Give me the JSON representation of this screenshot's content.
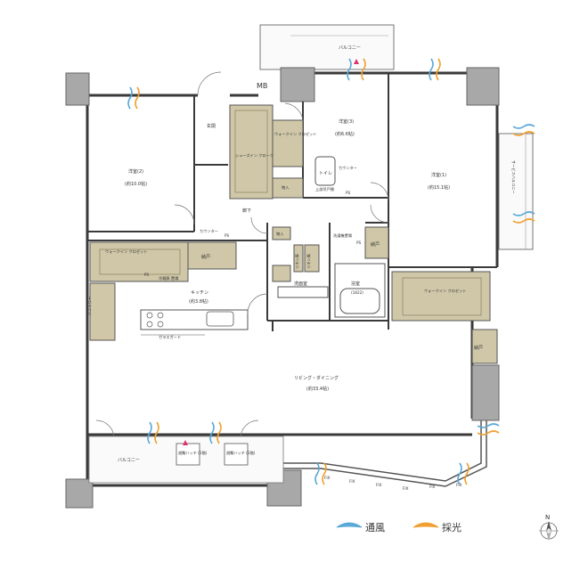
{
  "rooms": {
    "balcony_top": "バルコニー",
    "mb": "MB",
    "entrance": "玄関",
    "bedroom3": "洋室(3)",
    "bedroom3_size": "(約6.6帖)",
    "bedroom2": "洋室(2)",
    "bedroom2_size": "(約10.0帖)",
    "bedroom1": "洋室(1)",
    "bedroom1_size": "(約15.1帖)",
    "shoes_in_closet": "シューズイン クローク",
    "walkin_closet_3": "ウォークイン クロゼット",
    "storage_1": "物入",
    "toilet": "トイレ",
    "toilet_counter": "カウンター",
    "upper_shelf": "上部吊戸棚",
    "hallway": "廊下",
    "counter": "カウンター",
    "ps1": "PS",
    "ps2": "PS",
    "ps3": "PS",
    "ps4": "PS",
    "storage_2": "物入",
    "linen_1": "リネン庫",
    "linen_2": "リネン庫",
    "washer": "洗濯機置場",
    "nando_1": "納戸",
    "nando_2": "納戸",
    "nando_3": "納戸",
    "walkin_closet_kitchen": "ウォークイン クロゼット",
    "fridge": "冷蔵庫 置場",
    "kitchen": "キッチン",
    "kitchen_size": "(約3.8帖)",
    "washroom": "洗面室",
    "bathroom": "浴室",
    "bathroom_size": "(1822)",
    "walkin_closet_1": "ウォークイン クロゼット",
    "pantry": "パントリー",
    "glass_guard": "ガラスガード",
    "living": "リビング・ダイニング",
    "living_size": "(約33.4帖)",
    "balcony_bottom": "バルコニー",
    "hatch_1": "避難ハッチ (1階)",
    "hatch_2": "避難ハッチ (1階)",
    "service_balcony": "サービスバルコニー",
    "fix_labels": [
      "FIX",
      "FIX",
      "FIX",
      "FIX",
      "FIX",
      "FIX"
    ]
  },
  "legend": {
    "wind": "通風",
    "light": "採光",
    "wind_color": "#5aa9d6",
    "light_color": "#f0a030"
  },
  "compass": {
    "north": "N"
  },
  "colors": {
    "wall": "#3a3a3a",
    "column": "#a8a8a8",
    "storage_fill": "#cfc7a8",
    "floor": "#ffffff",
    "balcony_fill": "#f7f7f7"
  }
}
